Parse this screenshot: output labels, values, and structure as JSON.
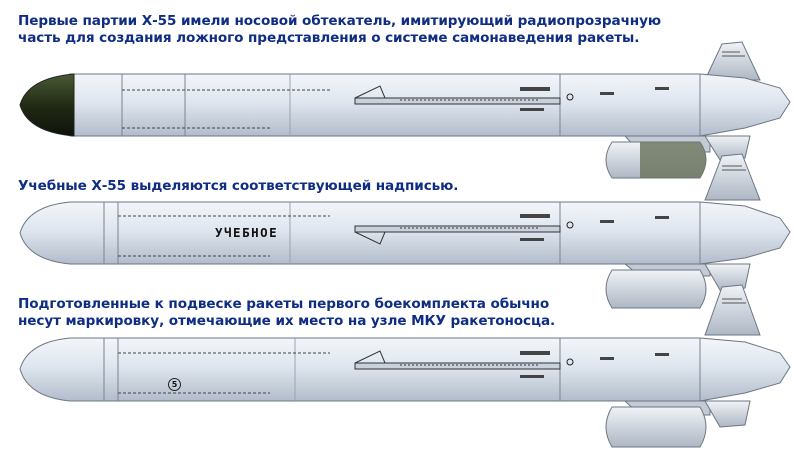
{
  "captions": {
    "first": {
      "line1": "Первые партии Х-55 имели носовой обтекатель, имитирующий радиопрозрачную",
      "line2": "часть для создания ложного представления о системе самонаведения ракеты."
    },
    "second": {
      "line1": "Учебные Х-55 выделяются соответствующей надписью."
    },
    "third": {
      "line1": "Подготовленные к подвеске ракеты первого боекомплекта обычно",
      "line2": "несут маркировку, отмечающие их место на узле МКУ ракетоносца."
    }
  },
  "missiles": [
    {
      "nose_color": "#1f2a14",
      "body_color": "#dde4ee"
    },
    {
      "nose_color": "#dde4ee",
      "body_color": "#dde4ee",
      "stencil": "УЧЕБНОЕ"
    },
    {
      "nose_color": "#dde4ee",
      "body_color": "#dde4ee",
      "number_mark": "5"
    }
  ]
}
